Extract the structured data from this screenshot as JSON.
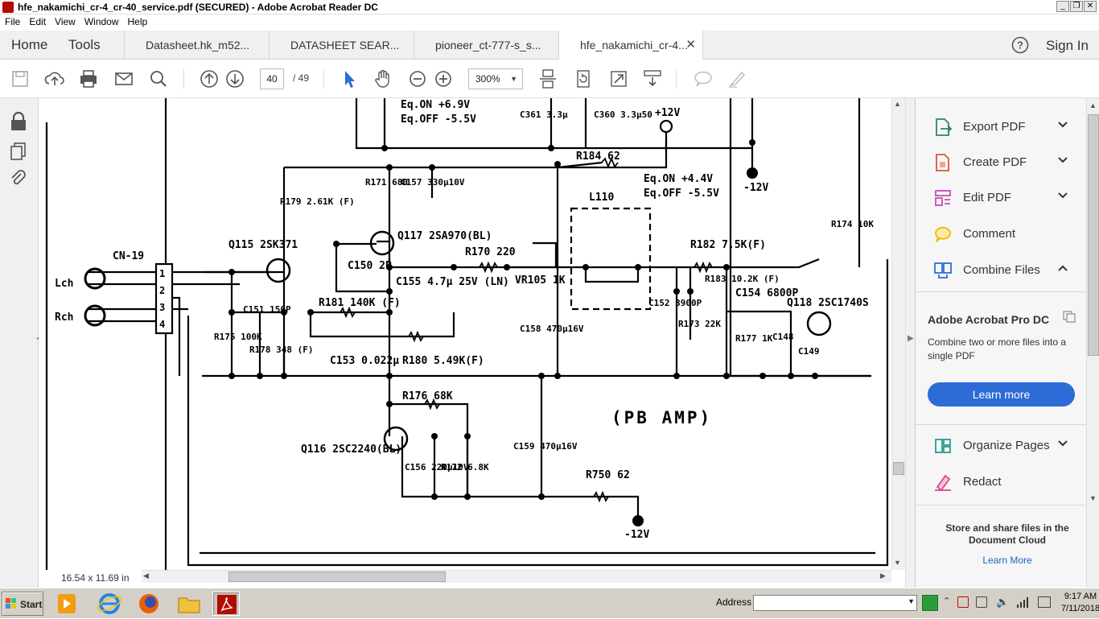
{
  "window": {
    "title": "hfe_nakamichi_cr-4_cr-40_service.pdf (SECURED) - Adobe Acrobat Reader DC",
    "controls": {
      "minimize": "_",
      "restore": "❐",
      "close": "✕"
    }
  },
  "menu": [
    "File",
    "Edit",
    "View",
    "Window",
    "Help"
  ],
  "nav": {
    "home": "Home",
    "tools": "Tools",
    "sign_in": "Sign In"
  },
  "tabs": [
    {
      "label": "Datasheet.hk_m52..."
    },
    {
      "label": "DATASHEET SEAR..."
    },
    {
      "label": "pioneer_ct-777-s_s..."
    },
    {
      "label": "hfe_nakamichi_cr-4...",
      "active": true,
      "close": "✕"
    }
  ],
  "toolbar": {
    "page_current": "40",
    "page_total": "/ 49",
    "zoom": "300%"
  },
  "status": {
    "page_size": "16.54 x 11.69 in"
  },
  "right_panel": {
    "tools": [
      {
        "label": "Export PDF",
        "color": "#2e8b57"
      },
      {
        "label": "Create PDF",
        "color": "#e0553a"
      },
      {
        "label": "Edit PDF",
        "color": "#c94cb5"
      },
      {
        "label": "Comment",
        "color": "#f4b400"
      },
      {
        "label": "Combine Files",
        "color": "#2b6fd6"
      }
    ],
    "promo_title": "Adobe Acrobat Pro DC",
    "promo_desc": "Combine two or more files into a single PDF",
    "learn_more_button": "Learn more",
    "tools2": [
      {
        "label": "Organize Pages",
        "color": "#2b9c8c"
      },
      {
        "label": "Redact",
        "color": "#e0448c"
      }
    ],
    "store_text": "Store and share files in the Document Cloud",
    "store_link": "Learn More"
  },
  "schematic": {
    "title": "(PB AMP)",
    "labels": [
      "Eq.ON +6.9V",
      "Eq.OFF -5.5V",
      "C361 3.3μ",
      "C360 3.3μ50",
      "+12V",
      "R184 62",
      "-12V",
      "R171 680",
      "C157 330μ10V",
      "R179 2.61K (F)",
      "Q115 2SK371",
      "Q117 2SA970(BL)",
      "R170 220",
      "L110",
      "Eq.ON +4.4V",
      "Eq.OFF -5.5V",
      "R174 10K",
      "CN-19",
      "Lch",
      "Rch",
      "C150 2P",
      "C155 4.7μ 25V (LN)",
      "VR105 1K",
      "R182 7.5K(F)",
      "C154 6800P",
      "Q118 2SC1740S",
      "C151 150P",
      "R181 140K (F)",
      "C158 470μ16V",
      "C152 3900P",
      "R173 22K",
      "R183 10.2K (F)",
      "R175 100K",
      "R178 348 (F)",
      "C153 0.022μ",
      "R180 5.49K(F)",
      "R177 1K",
      "C148",
      "C149",
      "R176 68K",
      "Q116 2SC2240(BL)",
      "C159 470μ16V",
      "C156 220μ10V",
      "R172 6.8K",
      "R750 62",
      "-12V"
    ],
    "connector_pins": [
      "1",
      "2",
      "3",
      "4"
    ]
  },
  "taskbar": {
    "start": "Start",
    "address_label": "Address",
    "time": "9:17 AM",
    "date": "7/11/2018"
  }
}
